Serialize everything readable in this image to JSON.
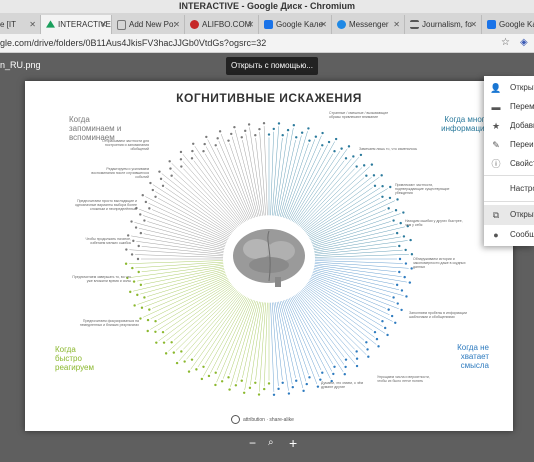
{
  "window": {
    "title": "INTERACTIVE - Google Диск - Chromium"
  },
  "tabs": [
    {
      "label": "e [IT",
      "icon": "page-icon",
      "color": "#888888"
    },
    {
      "label": "INTERACTIVE",
      "icon": "google-drive-icon",
      "color": "#1a9f5c"
    },
    {
      "label": "Add New Po:",
      "icon": "document-icon",
      "color": "#777777"
    },
    {
      "label": "ALIFBO.COM",
      "icon": "gear-red-icon",
      "color": "#c62828"
    },
    {
      "label": "Google Kaлe",
      "icon": "calendar-icon",
      "color": "#1a73e8"
    },
    {
      "label": "Messenger",
      "icon": "messenger-icon",
      "color": "#1e88e5"
    },
    {
      "label": "Journalism, fo",
      "icon": "bank-icon",
      "color": "#555555"
    },
    {
      "label": "Google Kaлe",
      "icon": "calendar-icon",
      "color": "#1a73e8"
    }
  ],
  "address": {
    "url": "gle.com/drive/folders/0B11Aus4JkisFV3hacJJGb0VtdGs?ogsrc=32"
  },
  "viewer": {
    "filename": "n_RU.png",
    "open_with": "Открыть с помощью..."
  },
  "document": {
    "title": "КОГНИТИВНЫЕ ИСКАЖЕНИЯ",
    "quadrants": {
      "top_left": "Когда запоминаем и вспоминаем",
      "top_right": "Когда много информации",
      "bottom_left": "Когда быстро реагируем",
      "bottom_right": "Когда не хватает смысла"
    },
    "notes_left": [
      "Отбрасываем частности для построения и запоминания обобщений",
      "Редактируем и усиливаем воспоминания после случившегося событий",
      "Предпочитаем просто выглядящие и однозначные варианты выбора более сложным и неопределённым",
      "Чтобы продолжать начатое, избегаем мелких ошибок",
      "Предпочитаем завершать то, во что уже вложили время и силы",
      "Предпочитаем фокусироваться на немедленных и близких результатах"
    ],
    "notes_right": [
      "Странные / смешные / вызывающие образы привлекают внимание",
      "Замечаем лишь то, что изменилось",
      "Привлекают частности, подтверждающие существующие убеждения",
      "Находим ошибки у других быстрее, чем у себя",
      "Обнаруживаем истории и закономерности даже в скудных данных",
      "Заполняем пробелы в информации шаблонами и обобщениями",
      "Думаем, что знаем, о чём думают другие",
      "Упрощаем числа и вероятности, чтобы их было легче понять"
    ],
    "footer": "attribution · share-alike"
  },
  "zoom": {
    "minus": "−",
    "zoom_icon": "magnifier-icon",
    "plus": "+"
  },
  "menu": {
    "items": [
      {
        "label": "Открыт",
        "icon": "person-add-icon"
      },
      {
        "label": "Переме",
        "icon": "folder-move-icon"
      },
      {
        "label": "Добави",
        "icon": "star-icon"
      },
      {
        "label": "Переим",
        "icon": "edit-icon"
      },
      {
        "label": "Свойст",
        "icon": "info-icon"
      },
      {
        "label": "Настро",
        "icon": ""
      },
      {
        "label": "Открыт",
        "icon": "open-new-icon"
      },
      {
        "label": "Сообщи",
        "icon": "report-icon"
      }
    ]
  },
  "colors": {
    "top_left": "#7a7a7a",
    "top_right": "#2b7a9c",
    "bottom_left": "#8bb82e",
    "bottom_right": "#2e7bbf"
  }
}
